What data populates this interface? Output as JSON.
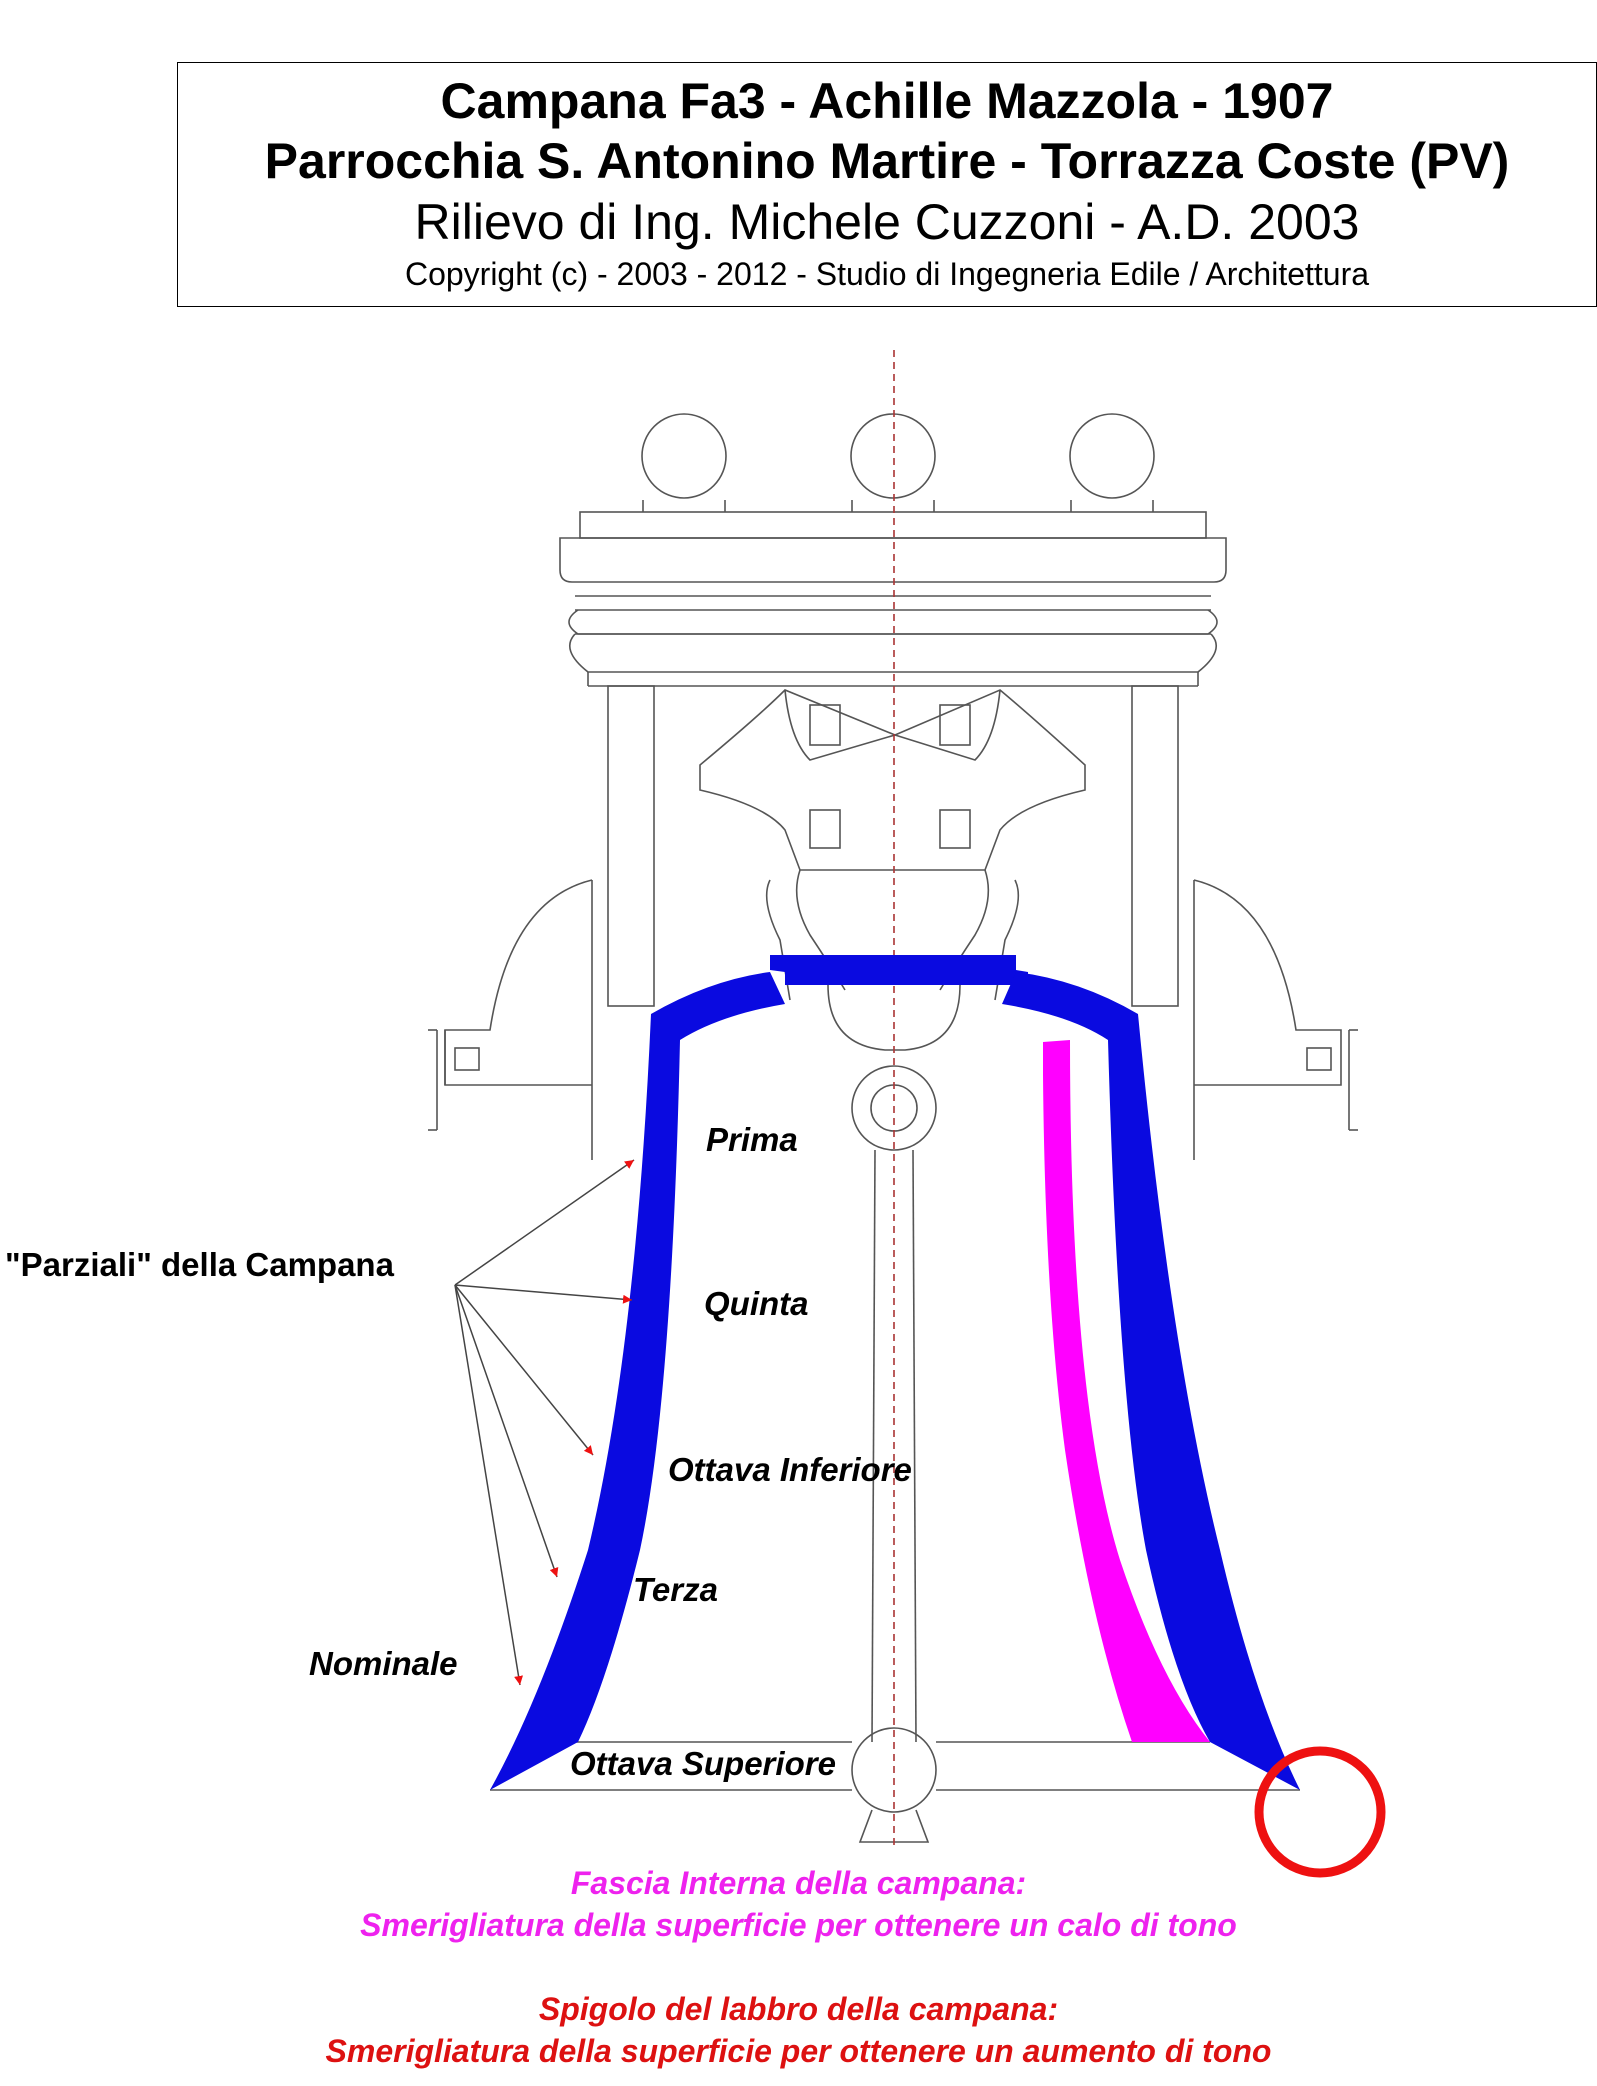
{
  "title": {
    "line1": "Campana Fa3 - Achille Mazzola - 1907",
    "line2": "Parrocchia S. Antonino Martire - Torrazza Coste (PV)",
    "line3": "Rilievo di Ing. Michele Cuzzoni - A.D. 2003",
    "line4": "Copyright (c) - 2003 - 2012 - Studio di Ingegneria Edile / Architettura"
  },
  "partials_label": "\"Parziali\" della Campana",
  "partials": {
    "prima": "Prima",
    "quinta": "Quinta",
    "ottava_inferiore": "Ottava Inferiore",
    "terza": "Terza",
    "nominale": "Nominale",
    "ottava_superiore": "Ottava Superiore"
  },
  "notes": {
    "inner_title": "Fascia Interna della campana:",
    "inner_text": "Smerigliatura della superficie per ottenere un calo di tono",
    "lip_title": "Spigolo del labbro della campana:",
    "lip_text": "Smerigliatura della superficie per ottenere un aumento di tono"
  },
  "colors": {
    "bell_profile": "#0a0ae0",
    "inner_band": "#ff00ff",
    "lip_edge": "#ee1111",
    "drawing_lines": "#444444",
    "axis": "#aa3333"
  }
}
